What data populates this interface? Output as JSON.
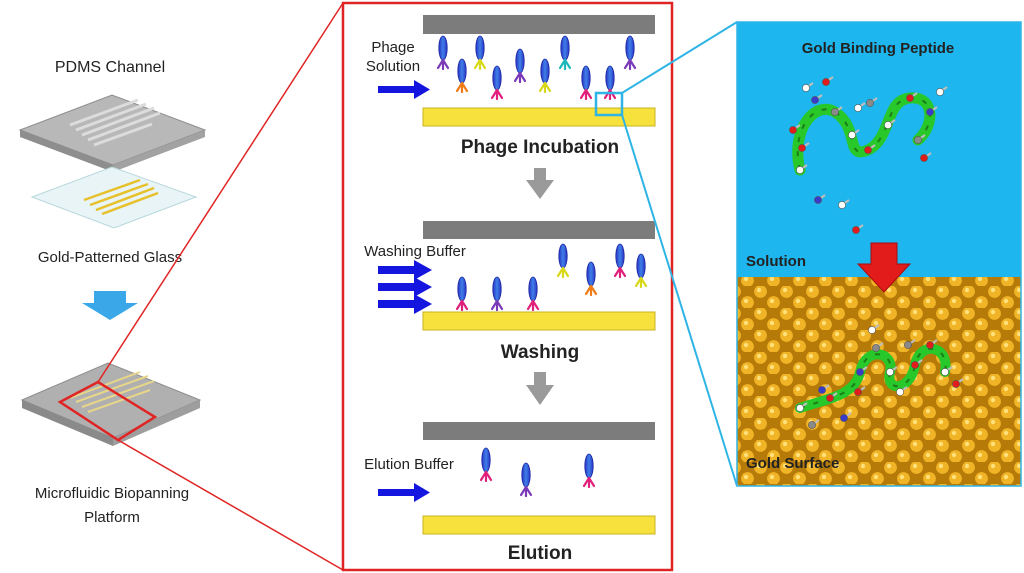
{
  "left": {
    "pdms_label": "PDMS Channel",
    "glass_label": "Gold-Patterned Glass",
    "platform_label_line1": "Microfluidic Biopanning",
    "platform_label_line2": "Platform"
  },
  "middle": {
    "stage1_input_line1": "Phage",
    "stage1_input_line2": "Solution",
    "stage1_title": "Phage Incubation",
    "stage2_input": "Washing Buffer",
    "stage2_title": "Washing",
    "stage3_input": "Elution Buffer",
    "stage3_title": "Elution"
  },
  "right": {
    "peptide_title": "Gold Binding Peptide",
    "solution_label": "Solution",
    "surface_label": "Gold Surface"
  },
  "colors": {
    "frame_red": "#e02424",
    "callout_blue": "#2fb4e6",
    "solution_bg": "#1eb6ee",
    "gold": "#f7e13c",
    "gold_surface": "#c88a10",
    "plate_grey": "#7c7c7c",
    "flow_arrow": "#1515e0",
    "step_arrow": "#9a9a9a",
    "down_arrow_blue": "#3aa8e8",
    "down_arrow_red": "#e21b1b"
  }
}
